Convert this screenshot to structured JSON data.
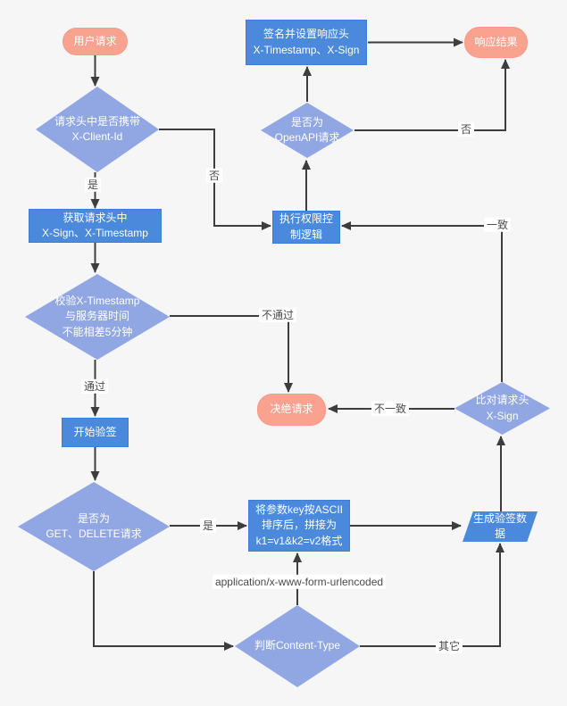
{
  "colors": {
    "process_fill": "#4A89DC",
    "process_border": "#3F7ED2",
    "decision_fill": "#91A7E3",
    "terminal_fill": "#F8A28F",
    "terminal_border": "#F69B87",
    "line": "#3D3D3D",
    "label_text": "#4A4A4A",
    "node_text": "#FFFFFF",
    "background": "#F6F6F7"
  },
  "nodes": {
    "start": {
      "type": "terminal",
      "label": "用户请求"
    },
    "sign_response": {
      "type": "process",
      "label": "签名并设置响应头\nX-Timestamp、X-Sign"
    },
    "response_result": {
      "type": "terminal",
      "label": "响应结果"
    },
    "check_client_id": {
      "type": "decision",
      "label": "请求头中是否携带\nX-Client-Id"
    },
    "is_openapi": {
      "type": "decision",
      "label": "是否为\nOpenAPI请求"
    },
    "get_headers": {
      "type": "process",
      "label": "获取请求头中\nX-Sign、X-Timestamp"
    },
    "perm_control": {
      "type": "process",
      "label": "执行权限控\n制逻辑"
    },
    "check_timestamp": {
      "type": "decision",
      "label": "校验X-Timestamp\n与服务器时间\n不能相差5分钟"
    },
    "reject_request": {
      "type": "terminal",
      "label": "决绝请求"
    },
    "compare_sign": {
      "type": "decision",
      "label": "比对请求头\nX-Sign"
    },
    "start_verify": {
      "type": "process",
      "label": "开始验签"
    },
    "is_get_delete": {
      "type": "decision",
      "label": "是否为\nGET、DELETE请求"
    },
    "sort_params": {
      "type": "process",
      "label": "将参数key按ASCII\n排序后，拼接为\nk1=v1&k2=v2格式"
    },
    "gen_verify_data": {
      "type": "parallelogram",
      "label": "生成验签数\n据"
    },
    "check_content_type": {
      "type": "decision",
      "label": "判断Content-Type"
    }
  },
  "edge_labels": {
    "yes_1": "是",
    "no_1": "否",
    "pass": "通过",
    "fail": "不通过",
    "yes_2": "是",
    "mismatch": "不一致",
    "match": "一致",
    "no_2": "否",
    "other": "其它",
    "form_urlencoded": "application/x-www-form-urlencoded"
  }
}
